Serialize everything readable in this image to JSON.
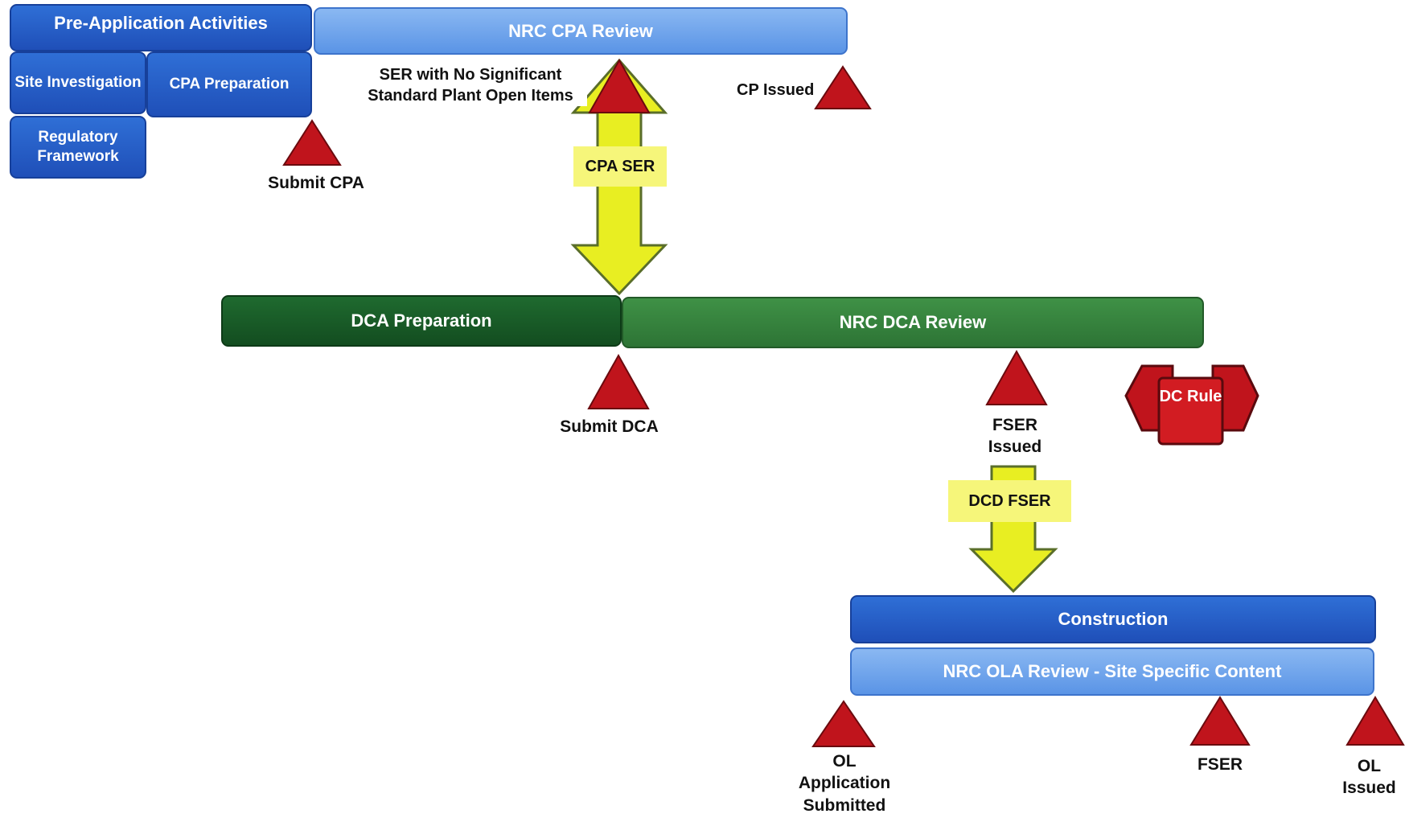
{
  "pre_app": {
    "header": "Pre-Application Activities",
    "site_investigation": "Site Investigation",
    "cpa_preparation": "CPA Preparation",
    "regulatory_framework": "Regulatory Framework"
  },
  "cpa_review": {
    "bar": "NRC CPA Review",
    "ser_label": "SER with No Significant Standard Plant Open Items",
    "cp_issued": "CP Issued",
    "submit_cpa": "Submit CPA",
    "arrow_label": "CPA SER"
  },
  "dca": {
    "preparation": "DCA Preparation",
    "review": "NRC DCA Review",
    "submit_dca": "Submit DCA",
    "fser_issued": "FSER Issued",
    "dc_rule": "DC Rule",
    "arrow_label": "DCD FSER"
  },
  "ola": {
    "construction": "Construction",
    "review": "NRC OLA Review - Site Specific Content",
    "ol_submitted": "OL Application Submitted",
    "fser": "FSER",
    "ol_issued": "OL Issued"
  },
  "colors": {
    "milestone_red": "#c0141c",
    "arrow_yellow": "#e8ee22",
    "label_yellow": "#f6f67a"
  }
}
